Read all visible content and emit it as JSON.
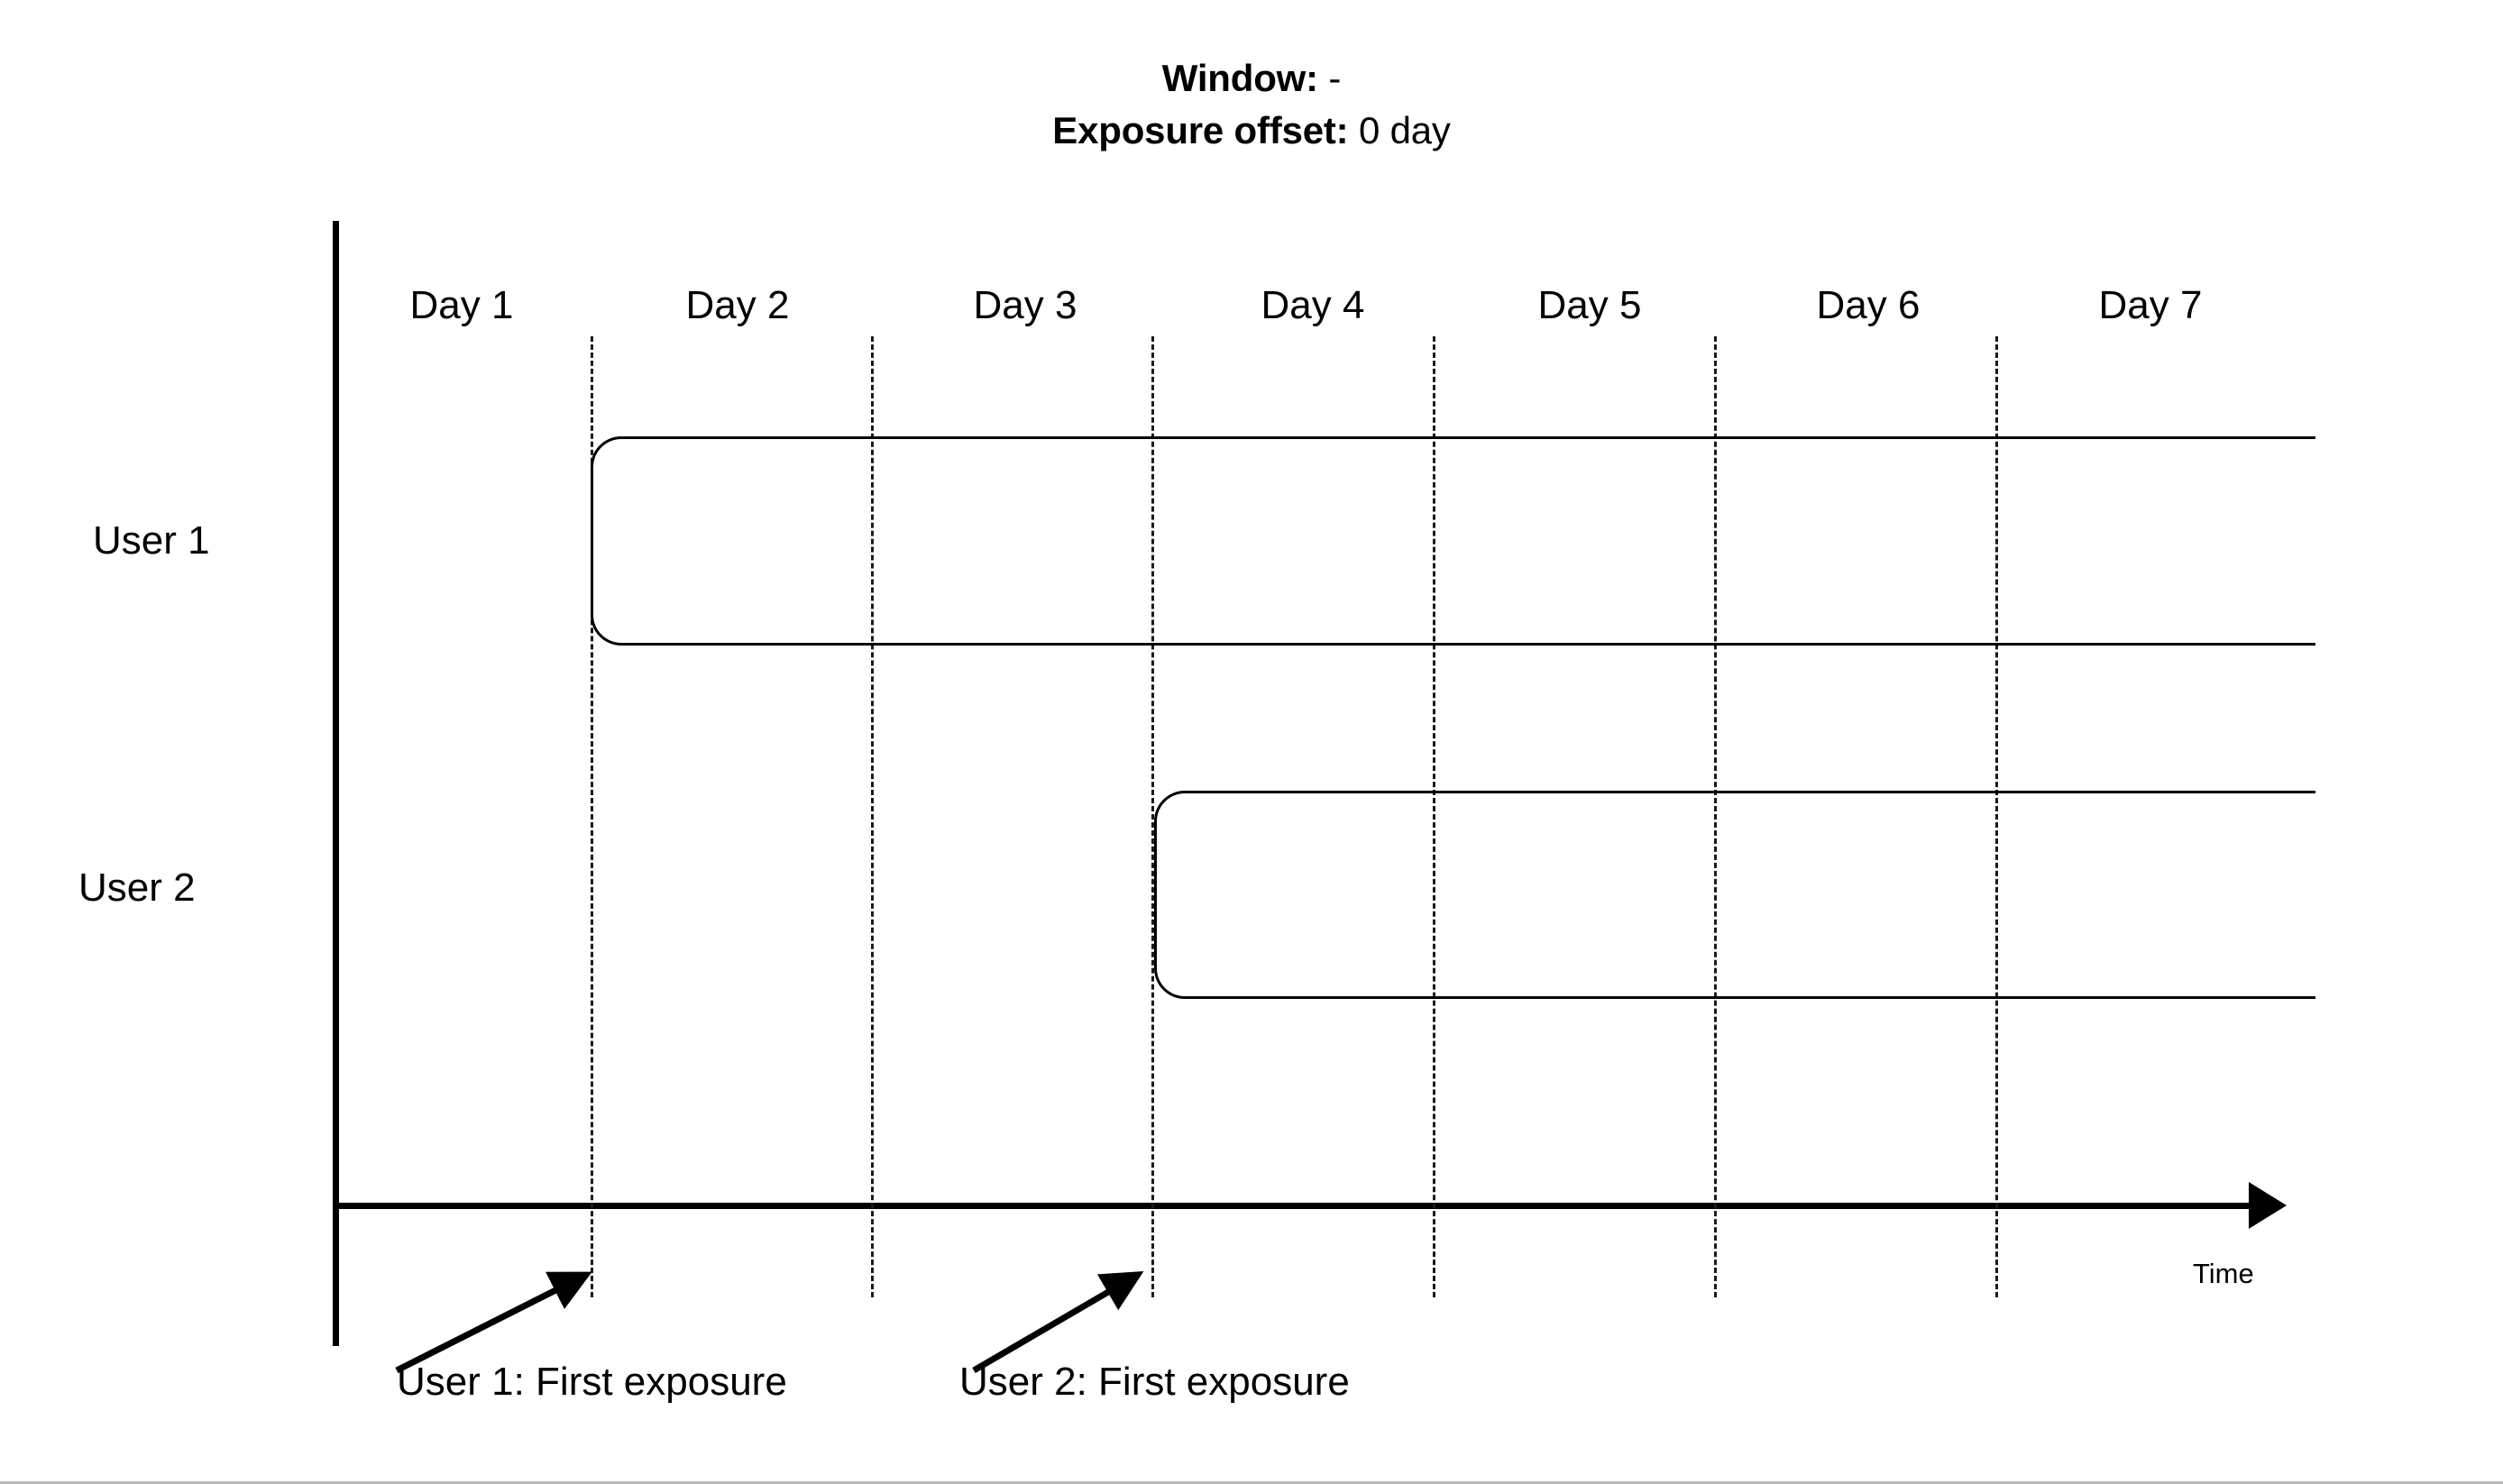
{
  "title": {
    "line1_key": "Window:",
    "line1_value": "-",
    "line2_key": "Exposure offset:",
    "line2_value": "0 day"
  },
  "axes": {
    "x_axis_label": "Time",
    "y_axis_label": ""
  },
  "chart_data": {
    "type": "table",
    "title": "Window: - / Exposure offset: 0 day",
    "xlabel": "Time",
    "ylabel": "",
    "grid": true,
    "legend": "none",
    "day_labels": [
      "Day 1",
      "Day 2",
      "Day 3",
      "Day 4",
      "Day 5",
      "Day 6",
      "Day 7"
    ],
    "gridline_days": [
      2,
      3,
      4,
      5,
      6,
      7
    ],
    "rows": [
      {
        "label": "User 1",
        "first_exposure_day": 2,
        "band_start_day": 2,
        "band_open_ended": true
      },
      {
        "label": "User 2",
        "first_exposure_day": 4,
        "band_start_day": 4,
        "band_open_ended": true
      }
    ],
    "annotations": [
      {
        "text": "User 1: First exposure",
        "points_to_day": 2
      },
      {
        "text": "User 2: First exposure",
        "points_to_day": 4
      }
    ]
  },
  "days": [
    {
      "label": "Day 1"
    },
    {
      "label": "Day 2"
    },
    {
      "label": "Day 3"
    },
    {
      "label": "Day 4"
    },
    {
      "label": "Day 5"
    },
    {
      "label": "Day 6"
    },
    {
      "label": "Day 7"
    }
  ],
  "users": [
    {
      "label": "User 1"
    },
    {
      "label": "User 2"
    }
  ],
  "annotations": [
    {
      "text": "User 1: First exposure"
    },
    {
      "text": "User 2: First exposure"
    }
  ],
  "colors": {
    "ink": "#000000",
    "background": "#ffffff",
    "gridline": "#1a1a1a",
    "bottom_border": "#b8b8b8"
  }
}
